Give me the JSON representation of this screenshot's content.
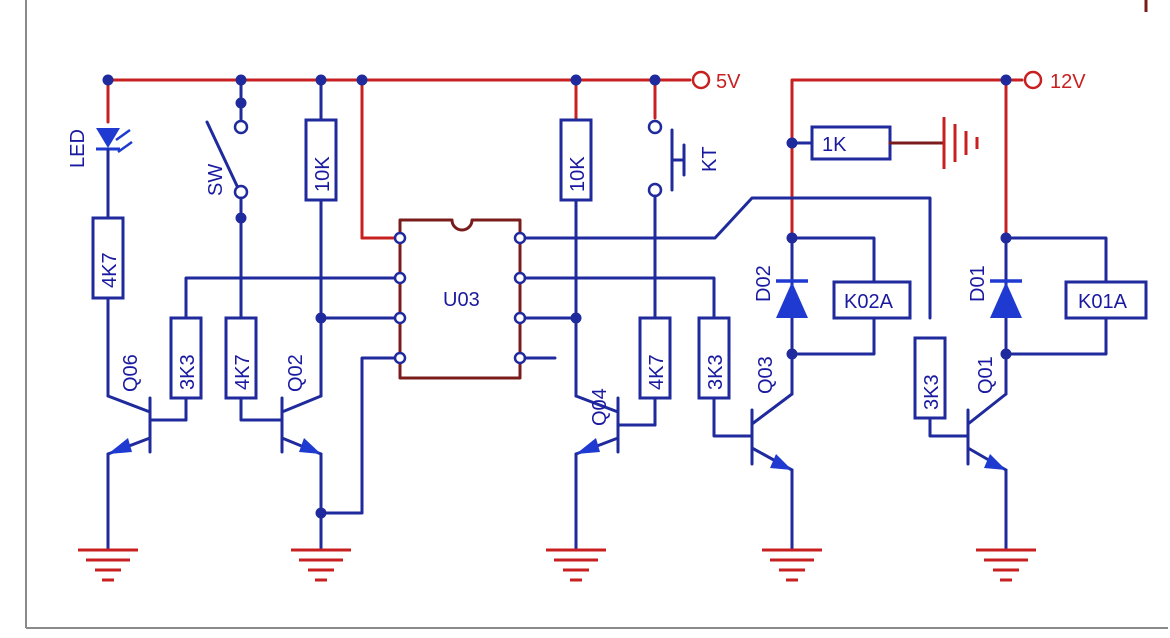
{
  "labels": {
    "supply_5v": "5V",
    "supply_12v": "12V",
    "led": "LED",
    "sw": "SW",
    "kt": "KT",
    "ic": "U03",
    "q06": "Q06",
    "q02": "Q02",
    "q04": "Q04",
    "q03": "Q03",
    "q01": "Q01",
    "d02": "D02",
    "d01": "D01"
  },
  "components": {
    "r_led": "4K7",
    "r_10k_a": "10K",
    "r_10k_b": "10K",
    "r_q06": "3K3",
    "r_q02": "4K7",
    "r_q04": "4K7",
    "r_q03": "3K3",
    "r_q01": "3K3",
    "r_1k": "1K",
    "relay_2": "K02A",
    "relay_1": "K01A"
  },
  "colors": {
    "power_wire": "#c82020",
    "signal_wire": "#1f2a9c",
    "ic_outline": "#7a1c1c",
    "transistor_arrow": "#1f3ad0"
  }
}
